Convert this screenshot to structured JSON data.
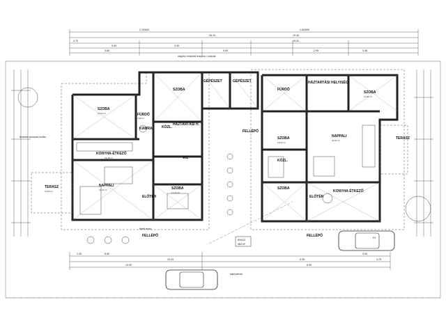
{
  "dimensions_top": [
    "2.10/600",
    "26.10",
    "19.40",
    "19.20",
    "4.70",
    "9.40",
    "3.30",
    "3.65",
    "9.90",
    "2.95",
    "3.48",
    "1.60/600"
  ],
  "dimensions_bottom": [
    "1.45",
    "8.80",
    "10.50",
    "10.33",
    "5.95",
    "8.95",
    "3.00",
    "3.75"
  ],
  "left_unit": {
    "rooms": {
      "szoba1": {
        "name": "SZOBA",
        "area": "14,52 m²"
      },
      "furdo": {
        "name": "FÜRDŐ",
        "area": "4,30 m²"
      },
      "kamra": {
        "name": "KAMRA",
        "area": ""
      },
      "kozl": {
        "name": "KÖZL.",
        "area": ""
      },
      "konyha": {
        "name": "KONYHA-ÉTKEZŐ",
        "area": "19,48 m²"
      },
      "nappali": {
        "name": "NAPPALI",
        "area": "24,91 m²"
      },
      "terasz": {
        "name": "TERASZ",
        "area": "12,55 m²"
      },
      "szoba2": {
        "name": "SZOBA",
        "area": ""
      },
      "szoba3": {
        "name": "SZOBA",
        "area": "12,34 m²"
      },
      "eloter": {
        "name": "ELŐTÉR",
        "area": ""
      },
      "wc": {
        "name": "WC",
        "area": ""
      },
      "hazt": {
        "name": "HÁZTARTÁSI H.",
        "area": ""
      },
      "fellepo": {
        "name": "FELLÉPŐ",
        "area": ""
      }
    }
  },
  "right_unit": {
    "rooms": {
      "furdo": {
        "name": "FÜRDŐ",
        "area": ""
      },
      "hazt": {
        "name": "HÁZTARTÁSI HELYISÉG",
        "area": ""
      },
      "szoba1": {
        "name": "SZOBA",
        "area": "11,95 m²"
      },
      "szoba2": {
        "name": "SZOBA",
        "area": "13,60 m²"
      },
      "nappali": {
        "name": "NAPPALI",
        "area": "24,91 m²"
      },
      "terasz": {
        "name": "TERASZ",
        "area": ""
      },
      "szoba3": {
        "name": "SZOBA",
        "area": ""
      },
      "eloter": {
        "name": "ELŐTÉR",
        "area": ""
      },
      "konyha": {
        "name": "KONYHA-ÉTKEZŐ",
        "area": ""
      },
      "kozl": {
        "name": "KÖZL.",
        "area": ""
      },
      "fellepo": {
        "name": "FELLÉPŐ",
        "area": ""
      }
    }
  },
  "center": {
    "gepeszet_left": "GÉPÉSZET",
    "gepeszet_right": "GÉPÉSZET",
    "fellepo": "FELLÉPŐ",
    "parcel_number": "834/23",
    "parcel_area": "984 m²"
  },
  "notes": {
    "left_wall": "tervezett szomszéd kerítés",
    "terasz_note": "fedett terasz",
    "bottom_note": "saját parkoló",
    "top_note": "meglévő rendezett tereprész / burkolat",
    "car_label": "P1"
  }
}
